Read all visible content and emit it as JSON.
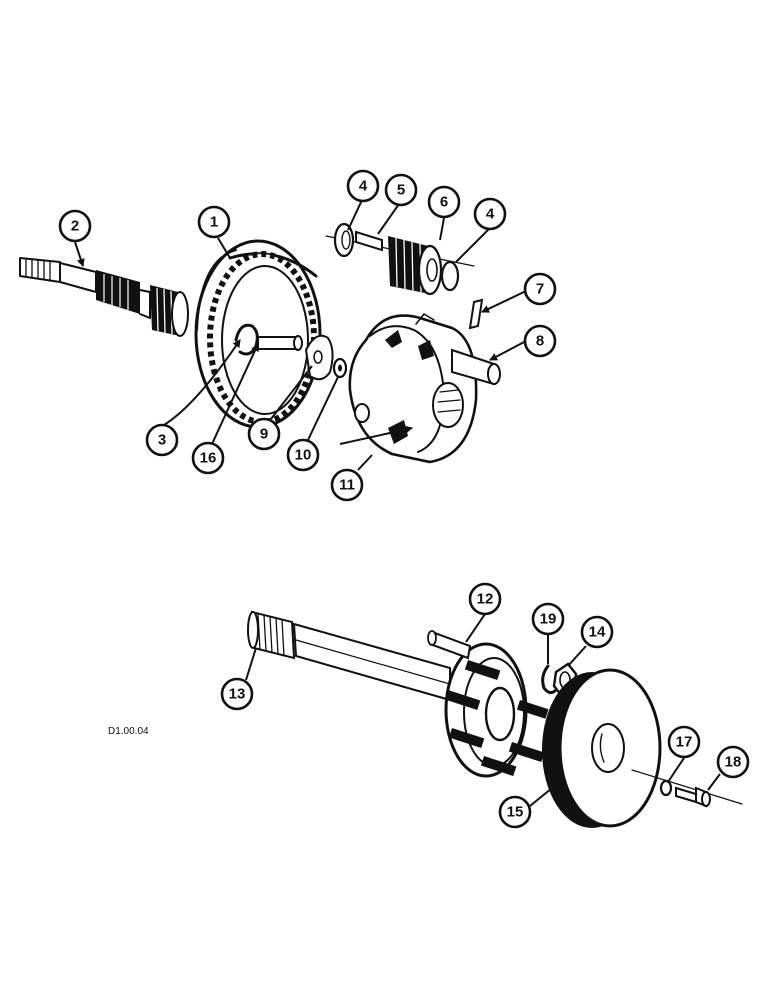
{
  "diagram": {
    "reference_code": "D1.00.04",
    "callouts": [
      "1",
      "2",
      "3",
      "4",
      "4",
      "5",
      "6",
      "7",
      "8",
      "9",
      "10",
      "11",
      "12",
      "13",
      "14",
      "15",
      "16",
      "17",
      "18",
      "19"
    ]
  }
}
